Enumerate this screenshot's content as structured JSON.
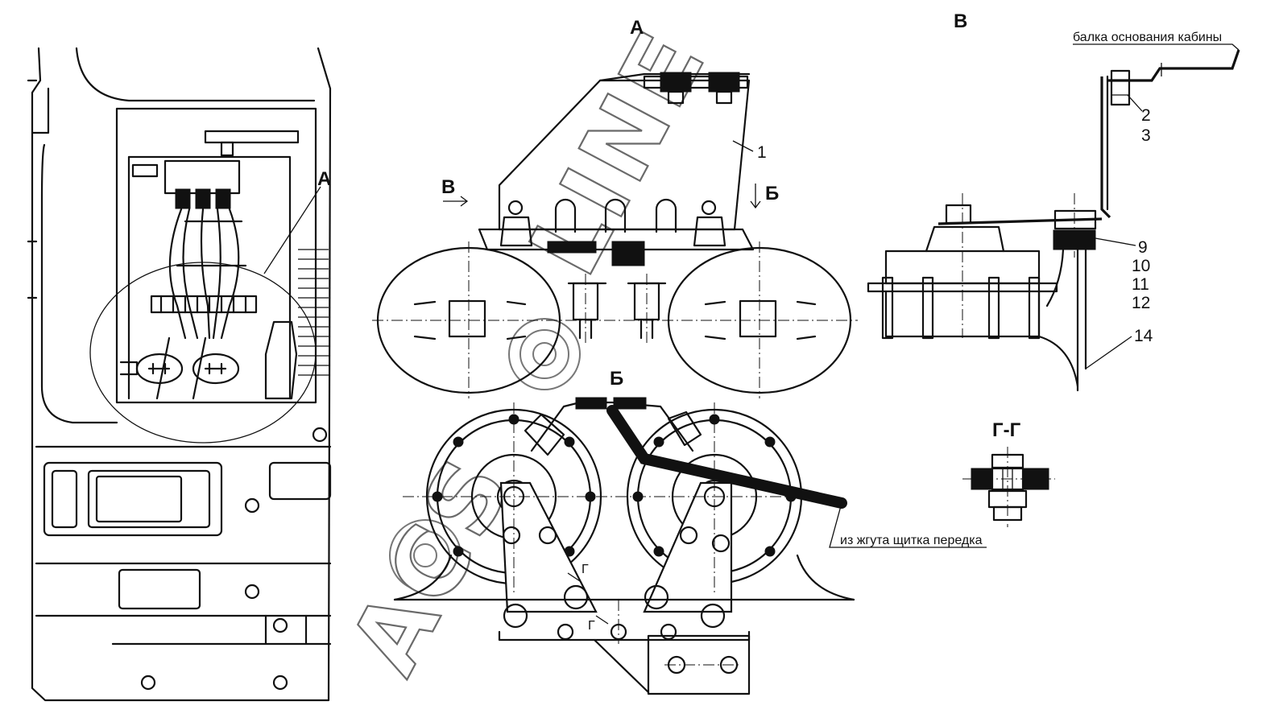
{
  "views": {
    "view_a": "А",
    "view_b": "Б",
    "view_v": "В",
    "section_gg": "Г-Г",
    "arrow_v": "В",
    "arrow_b": "Б",
    "leader_a": "А",
    "cut_mark_1": "Г",
    "cut_mark_2": "Г"
  },
  "callouts": {
    "c1": "1",
    "c2": "2",
    "c3": "3",
    "c9": "9",
    "c10": "10",
    "c11": "11",
    "c12": "12",
    "c14": "14"
  },
  "notes": {
    "cab_beam": "балка основания кабины",
    "harness": "из жгута щитка передка"
  },
  "colors": {
    "ink": "#111111",
    "watermark": "#6a6a6a"
  }
}
